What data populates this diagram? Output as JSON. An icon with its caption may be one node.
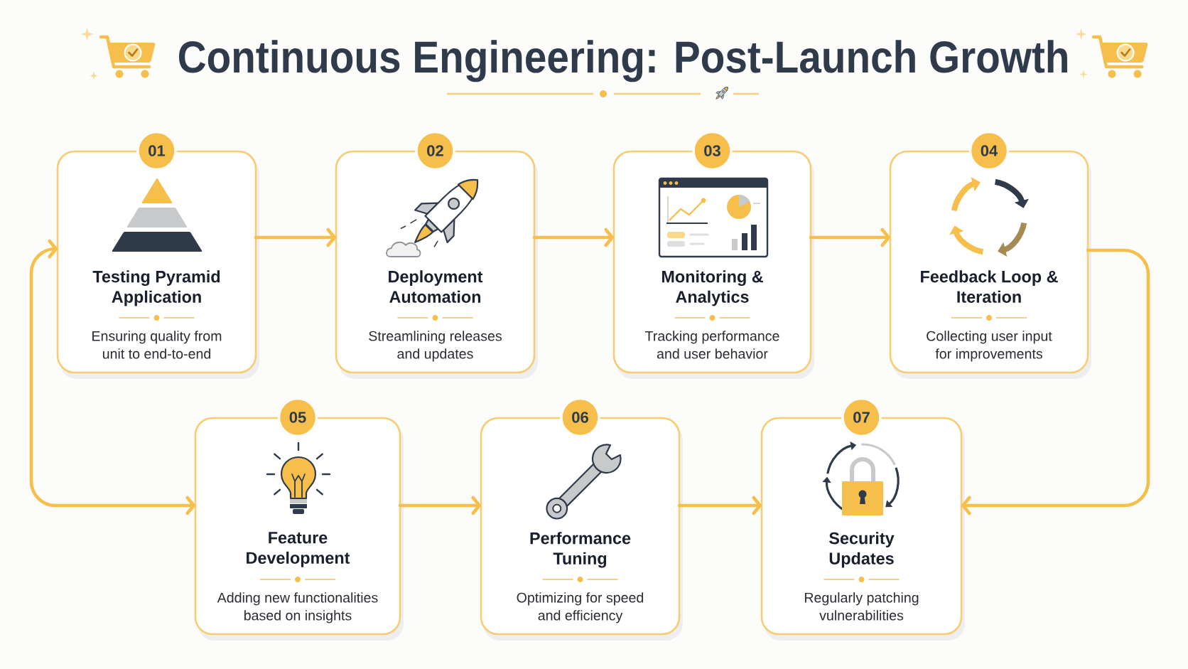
{
  "diagram": {
    "title": "Continuous Engineering: Post-Launch Growth",
    "nodes": [
      {
        "text": [
          "Testing Pyramid Application",
          "Ensuring quality from unit to end-to-end"
        ]
      },
      {
        "text": [
          "01"
        ]
      },
      {
        "text": [
          "Deployment Automation",
          "Streamlining releases and updates"
        ]
      },
      {
        "text": [
          "02"
        ]
      },
      {
        "text": [
          "Monitoring & Analytics",
          "Tracking performance and user behavior"
        ]
      },
      {
        "text": [
          "03"
        ]
      },
      {
        "text": [
          "Feedback Loop & Iteration",
          "Collecting user input for improvements"
        ]
      },
      {
        "text": [
          "04"
        ]
      },
      {
        "text": [
          "Feature Development",
          "Adding new functionalities based on insights"
        ]
      },
      {
        "text": [
          "05"
        ]
      },
      {
        "text": [
          "Performance Tuning",
          "Optimizing for speed and efficiency"
        ]
      },
      {
        "text": [
          "06"
        ]
      },
      {
        "text": [
          "Security Updates",
          "Regularly patching vulnerabilities"
        ]
      },
      {
        "text": [
          "07"
        ]
      }
    ],
    "edges": [
      {
        "from": 0,
        "to": 2,
        "arrow": "to"
      },
      {
        "from": 2,
        "to": 4,
        "arrow": "to"
      },
      {
        "from": 4,
        "to": 6,
        "arrow": "to"
      },
      {
        "from": 6,
        "to": 12,
        "arrow": "to"
      },
      {
        "from": 8,
        "to": 10,
        "arrow": "to"
      },
      {
        "from": 10,
        "to": 12,
        "arrow": "to"
      },
      {
        "from": 8,
        "to": 0,
        "arrow": "both"
      }
    ]
  }
}
